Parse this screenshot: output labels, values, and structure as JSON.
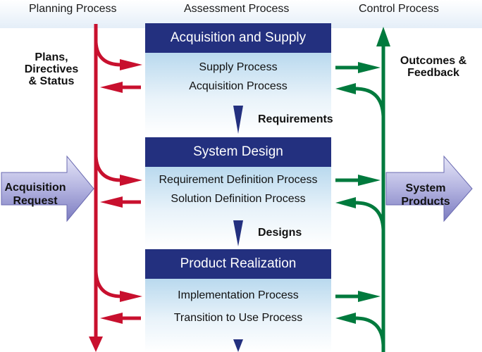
{
  "headers": {
    "planning": "Planning Process",
    "assessment": "Assessment Process",
    "control": "Control Process"
  },
  "side_labels": {
    "plans": [
      "Plans,",
      "Directives",
      "& Status"
    ],
    "outcomes": [
      "Outcomes &",
      "Feedback"
    ]
  },
  "inputs": {
    "request": [
      "Acquisition",
      "Request"
    ]
  },
  "outputs": {
    "products": [
      "System",
      "Products"
    ]
  },
  "groups": [
    {
      "title": "Acquisition and Supply",
      "processes": [
        "Supply Process",
        "Acquisition Process"
      ]
    },
    {
      "title": "System Design",
      "processes": [
        "Requirement Definition Process",
        "Solution Definition Process"
      ]
    },
    {
      "title": "Product Realization",
      "processes": [
        "Implementation Process",
        "Transition to Use Process"
      ]
    }
  ],
  "flows": [
    "Requirements",
    "Designs"
  ],
  "colors": {
    "planning_line": "#c8102e",
    "control_line": "#007a3d",
    "box_title": "#23307f",
    "big_arrow": "#a4a4d6"
  }
}
